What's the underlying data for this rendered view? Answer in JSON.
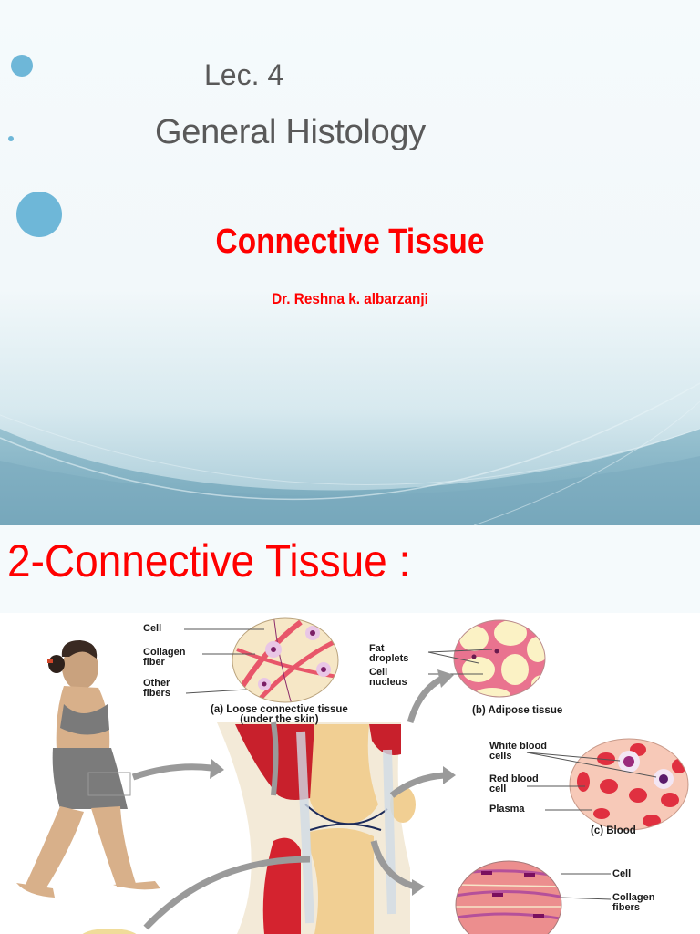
{
  "slide1": {
    "lecture": "Lec. 4",
    "course": "General Histology",
    "title": "Connective Tissue",
    "author": "Dr. Reshna k. albarzanji",
    "colors": {
      "bullet": "#6eb7d8",
      "subtitle_text": "#595959",
      "title_text": "#ff0000",
      "wave": "#6fa3b8"
    }
  },
  "slide2": {
    "heading": "2-Connective Tissue :",
    "diagram": {
      "loose": {
        "labels": [
          "Cell",
          "Collagen\nfiber",
          "Other\nfibers"
        ],
        "caption": "(a) Loose connective tissue\n(under the skin)"
      },
      "adipose": {
        "labels": [
          "Fat\ndroplets",
          "Cell\nnucleus"
        ],
        "caption": "(b) Adipose tissue"
      },
      "blood": {
        "labels": [
          "White blood\ncells",
          "Red blood\ncell",
          "Plasma"
        ],
        "caption": "(c) Blood"
      },
      "dense": {
        "labels": [
          "Cell",
          "Collagen\nfibers"
        ]
      }
    }
  }
}
